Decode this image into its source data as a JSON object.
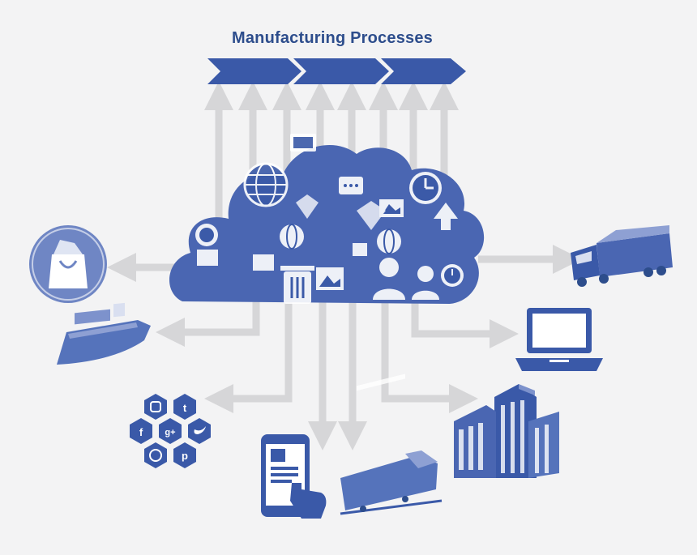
{
  "title": "Manufacturing Processes",
  "colors": {
    "background": "#f3f3f4",
    "primary_blue": "#3a59a8",
    "dark_blue": "#2d4d8c",
    "light_blue": "#6f86c4",
    "arrow_gray": "#d6d6d8"
  },
  "process_chevrons": [
    {
      "icon": "chevron-step-1"
    },
    {
      "icon": "chevron-step-2"
    },
    {
      "icon": "chevron-step-3"
    }
  ],
  "cloud": {
    "icon": "cloud-of-app-icons"
  },
  "endpoints": [
    {
      "icon": "shopping-bag-icon"
    },
    {
      "icon": "cargo-ship-icon"
    },
    {
      "icon": "social-media-hexagons-icon"
    },
    {
      "icon": "smartphone-touch-icon"
    },
    {
      "icon": "train-icon"
    },
    {
      "icon": "buildings-icon"
    },
    {
      "icon": "laptop-icon"
    },
    {
      "icon": "truck-icon"
    }
  ],
  "social_letters": [
    "t",
    "f",
    "g+",
    "p"
  ]
}
